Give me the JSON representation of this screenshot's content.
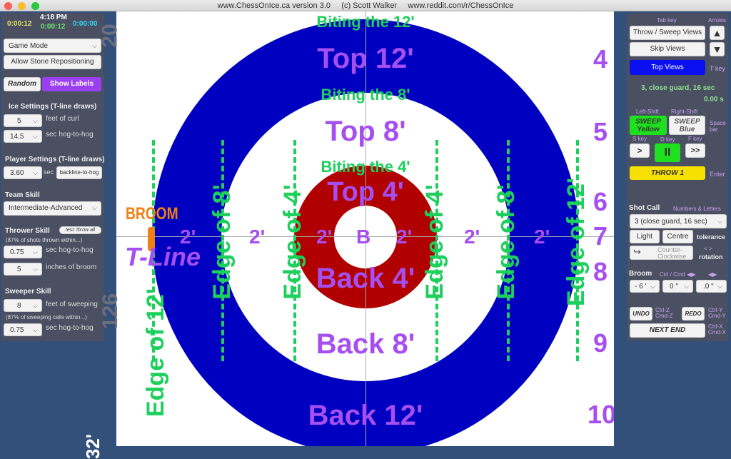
{
  "window": {
    "title": "www.ChessOnIce.ca version 3.0     (c) Scott Walker     www.reddit.com/r/ChessOnIce"
  },
  "left": {
    "timer_yellow": "0:00:12",
    "clock": "4:18 PM",
    "timer_green": "0:00:12",
    "timer_blue": "0:00:00",
    "mode": "Game Mode",
    "reposition": "Allow Stone Repositioning",
    "random": "Random",
    "show_labels": "Show Labels",
    "ice_title": "Ice Settings (T-line draws)",
    "curl_value": "5",
    "curl_label": "feet of curl",
    "hog_value": "14.5",
    "hog_label": "sec hog-to-hog",
    "player_title": "Player Settings (T-line draws)",
    "player_value": "3.60",
    "player_unit": "sec",
    "player_mode": "backline-to-hog",
    "team_title": "Team Skill",
    "team_value": "Intermediate-Advanced",
    "thrower_title": "Thrower Skill",
    "test_button": "test: throw all",
    "thrower_note": "(87% of shots thrown within...)",
    "thrower_hog_value": "0.75",
    "thrower_hog_label": "sec hog-to-hog",
    "broom_value": "5",
    "broom_label": "inches of broom",
    "sweeper_title": "Sweeper Skill",
    "sweep_value": "8",
    "sweep_label": "feet of sweeping",
    "sweeper_note": "(87% of sweeping calls within...)",
    "sweeper_hog_value": "0.75",
    "sweeper_hog_label": "sec hog-to-hog",
    "watermark_top": "20",
    "watermark_mid": "126",
    "distance": "32'"
  },
  "sheet": {
    "biting12": "Biting the 12'",
    "top12": "Top 12'",
    "biting8": "Biting the 8'",
    "top8": "Top 8'",
    "biting4": "Biting the 4'",
    "top4": "Top 4'",
    "button": "B",
    "back4": "Back 4'",
    "back8": "Back 8'",
    "back12": "Back 12'",
    "tline": "T-Line",
    "broom": "BROOM",
    "two_ft": "2'",
    "edge12": "Edge of 12'",
    "edge8": "Edge of 8'",
    "edge4": "Edge of 4'",
    "numbers": [
      "4",
      "5",
      "6",
      "7",
      "8",
      "9",
      "10"
    ],
    "colors": {
      "twelve": "#0000c0",
      "eight": "#ffffff",
      "four": "#b00000",
      "labels": "#a64ff0",
      "guides": "#1dcf5c",
      "broom": "#f08010"
    }
  },
  "right": {
    "tab_key": "Tab key",
    "arrows": "Arrows",
    "throw_sweep": "Throw / Sweep Views",
    "skip": "Skip Views",
    "top_views": "Top Views",
    "t_key": "T key",
    "status": "3, close guard, 16 sec",
    "time": "0.00 s",
    "left_shift": "Left-Shift",
    "right_shift": "Right-Shift",
    "sweep_yellow_1": "SWEEP",
    "sweep_yellow_2": "Yellow",
    "sweep_blue_1": "SWEEP",
    "sweep_blue_2": "Blue",
    "space": "Space bar",
    "s_key": "S key",
    "d_key": "D key",
    "f_key": "F key",
    "slow": ">",
    "pause": "II",
    "fast": ">>",
    "throw": "THROW 1",
    "enter": "Enter",
    "shot_call": "Shot Call",
    "numbers_letters": "Numbers & Letters",
    "shot_value": "3 (close guard, 16 sec)",
    "light": "Light",
    "centre": "Centre",
    "tolerance": "tolerance",
    "rotation_btn_1": "Counter-",
    "rotation_btn_2": "Clockwise",
    "rotation_keys": "< >",
    "rotation": "rotation",
    "broom_title": "Broom",
    "ctrl_cmd": "Ctrl / Cmd ◀▶",
    "arrows2": "◀▶",
    "broom_ft": "- 6 '",
    "broom_in": "0 \"",
    "broom_frac": ".0 \"",
    "undo": "UNDO",
    "undo_keys": "Ctrl-Z Cmd-Z",
    "redo": "REDO",
    "redo_keys": "Ctrl-Y Cmd-Y",
    "next_end": "NEXT END",
    "next_keys": "Ctrl-X Cmd-X"
  }
}
